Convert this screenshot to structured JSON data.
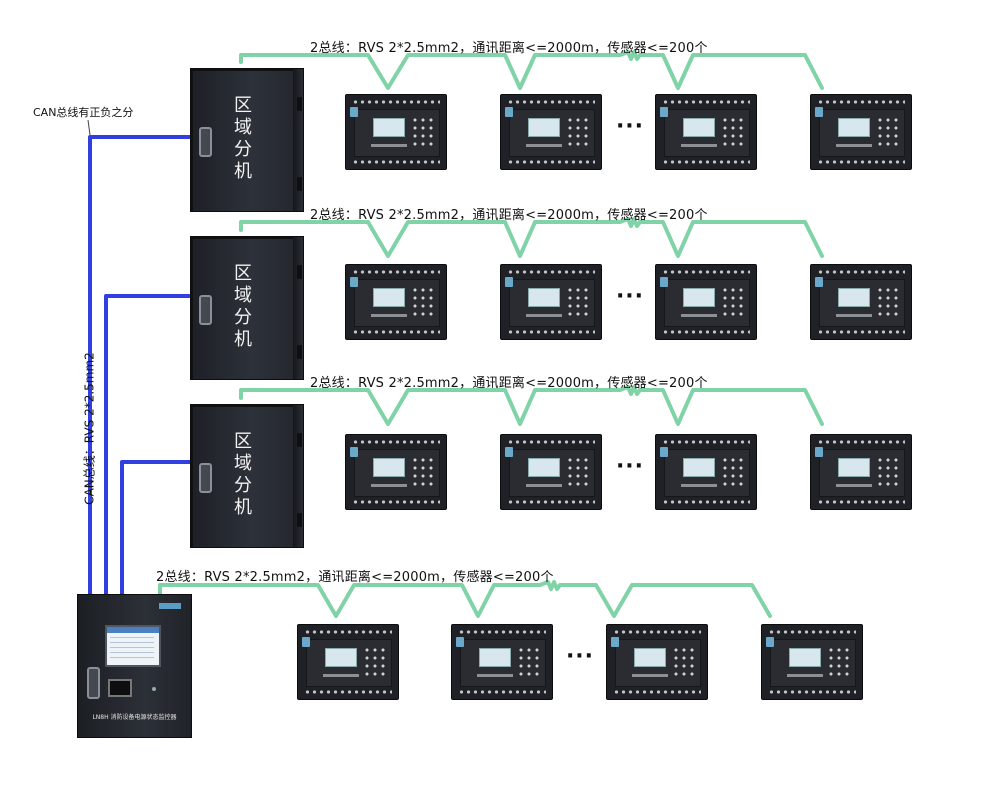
{
  "bus_label": "2总线：RVS 2*2.5mm2，通讯距离<=2000m，传感器<=200个",
  "can_note": "CAN总线有正负之分",
  "can_vertical_label": "CAN总线：RVS 2*2.5mm2",
  "region_unit_label": "区域分机",
  "ellipsis": "···",
  "controller_label": "LN8H 消防设备电源状态监控器",
  "colors": {
    "two_bus_line": "#7fd3a6",
    "can_bus_line": "#2f3fe0",
    "cabinet": "#25282e",
    "device": "#1f2126"
  },
  "icons": [
    "cabinet-handle-icon",
    "lcd-screen-icon",
    "printer-icon",
    "resistor-zigzag-icon"
  ]
}
